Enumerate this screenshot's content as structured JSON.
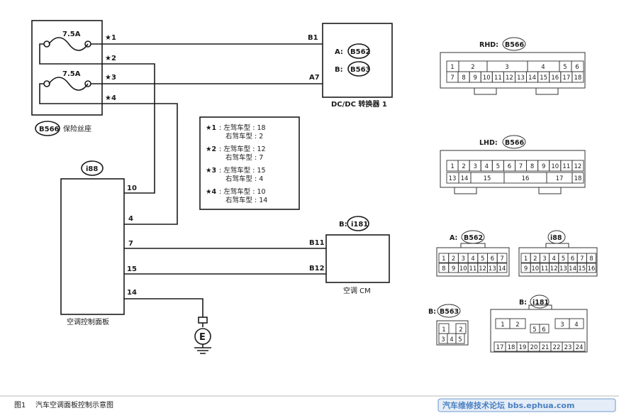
{
  "fuse_block": {
    "fuse1": "7.5A",
    "fuse2": "7.5A",
    "pin_marks": [
      "★1",
      "★2",
      "★3",
      "★4"
    ],
    "connector": "B566",
    "label": "保险丝座"
  },
  "converter": {
    "connector_a_prefix": "A:",
    "connector_a": "B562",
    "connector_b_prefix": "B:",
    "connector_b": "B563",
    "pin_top": "B1",
    "pin_bottom": "A7",
    "label": "DC/DC 转换器 1"
  },
  "notes": [
    {
      "mark": "★1",
      "lhd": ": 左驾车型 : 18",
      "rhd": "右驾车型 : 2"
    },
    {
      "mark": "★2",
      "lhd": ": 左驾车型 : 12",
      "rhd": "右驾车型 : 7"
    },
    {
      "mark": "★3",
      "lhd": ": 左驾车型 : 15",
      "rhd": "右驾车型 : 4"
    },
    {
      "mark": "★4",
      "lhd": ": 左驾车型 : 10",
      "rhd": "右驾车型 : 14"
    }
  ],
  "control_panel": {
    "connector": "i88",
    "pins": [
      "10",
      "4",
      "7",
      "15",
      "14"
    ],
    "label": "空调控制面板",
    "ground_symbol": "E"
  },
  "ac_cm": {
    "connector_prefix": "B:",
    "connector": "i181",
    "pin_top": "B11",
    "pin_bottom": "B12",
    "label": "空调 CM"
  },
  "pinouts": {
    "rhd": {
      "title": "RHD:",
      "connector": "B566",
      "top": [
        "1",
        "2",
        "3",
        "4",
        "5",
        "6"
      ],
      "bottom": [
        "7",
        "8",
        "9",
        "10",
        "11",
        "12",
        "13",
        "14",
        "15",
        "16",
        "17",
        "18"
      ]
    },
    "lhd": {
      "title": "LHD:",
      "connector": "B566",
      "top": [
        "1",
        "2",
        "3",
        "4",
        "5",
        "6",
        "7",
        "8",
        "9",
        "10",
        "11",
        "12"
      ],
      "bottom": [
        "13",
        "14",
        "15",
        "16",
        "17",
        "18"
      ]
    },
    "b562": {
      "prefix": "A:",
      "connector": "B562",
      "top": [
        "1",
        "2",
        "3",
        "4",
        "5",
        "6",
        "7"
      ],
      "bottom": [
        "8",
        "9",
        "10",
        "11",
        "12",
        "13",
        "14"
      ]
    },
    "i88": {
      "connector": "i88",
      "top": [
        "1",
        "2",
        "3",
        "4",
        "5",
        "6",
        "7",
        "8"
      ],
      "bottom": [
        "9",
        "10",
        "11",
        "12",
        "13",
        "14",
        "15",
        "16"
      ]
    },
    "b563": {
      "prefix": "B:",
      "connector": "B563",
      "top": [
        "1",
        "2"
      ],
      "bottom": [
        "3",
        "4",
        "5"
      ]
    },
    "i181": {
      "prefix": "B:",
      "connector": "i181",
      "row1_left": [
        "1",
        "2"
      ],
      "row1_right": [
        "3",
        "4"
      ],
      "row2": [
        "5",
        "6"
      ],
      "row3": [
        "17",
        "18",
        "19",
        "20",
        "21",
        "22",
        "23",
        "24"
      ]
    }
  },
  "caption": {
    "figure": "图1",
    "title": "汽车空调面板控制示意图",
    "watermark": "汽车维修技术论坛 bbs.ephua.com"
  },
  "colors": {
    "line": "#1a1a1a",
    "watermark": "#4a7fc0",
    "watermark_bg": "#e4edf8"
  }
}
